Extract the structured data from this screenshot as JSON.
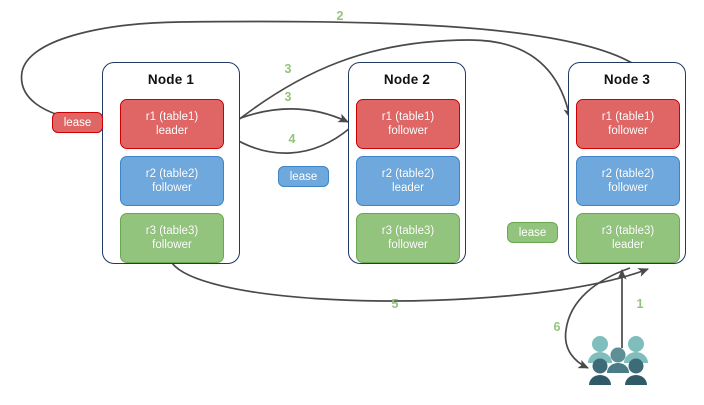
{
  "diagram": {
    "title": "distributed-lease-raft-diagram",
    "colors": {
      "red_fill": "#e06666",
      "red_stroke": "#cc0000",
      "blue_fill": "#6fa8dc",
      "blue_stroke": "#3d85c6",
      "green_fill": "#93c47d",
      "green_stroke": "#6aa84f",
      "node_border": "#1f3864",
      "arrow": "#4a4a4a",
      "step_label": "#93c47d",
      "users_light": "#80bdbd",
      "users_dark": "#3d6b77"
    }
  },
  "nodes": [
    {
      "title": "Node 1",
      "replicas": [
        {
          "name": "r1 (table1)",
          "role": "leader",
          "color": "red"
        },
        {
          "name": "r2 (table2)",
          "role": "follower",
          "color": "blue"
        },
        {
          "name": "r3 (table3)",
          "role": "follower",
          "color": "green"
        }
      ]
    },
    {
      "title": "Node 2",
      "replicas": [
        {
          "name": "r1 (table1)",
          "role": "follower",
          "color": "red"
        },
        {
          "name": "r2 (table2)",
          "role": "leader",
          "color": "blue"
        },
        {
          "name": "r3 (table3)",
          "role": "follower",
          "color": "green"
        }
      ]
    },
    {
      "title": "Node 3",
      "replicas": [
        {
          "name": "r1 (table1)",
          "role": "follower",
          "color": "red"
        },
        {
          "name": "r2 (table2)",
          "role": "follower",
          "color": "blue"
        },
        {
          "name": "r3 (table3)",
          "role": "leader",
          "color": "green"
        }
      ]
    }
  ],
  "leases": [
    {
      "label": "lease",
      "color": "red"
    },
    {
      "label": "lease",
      "color": "blue"
    },
    {
      "label": "lease",
      "color": "green"
    }
  ],
  "steps": [
    {
      "id": "1",
      "label": "1"
    },
    {
      "id": "2",
      "label": "2"
    },
    {
      "id": "3a",
      "label": "3"
    },
    {
      "id": "3b",
      "label": "3"
    },
    {
      "id": "4",
      "label": "4"
    },
    {
      "id": "5",
      "label": "5"
    },
    {
      "id": "6",
      "label": "6"
    }
  ],
  "icons": {
    "users": "users-group-icon"
  }
}
